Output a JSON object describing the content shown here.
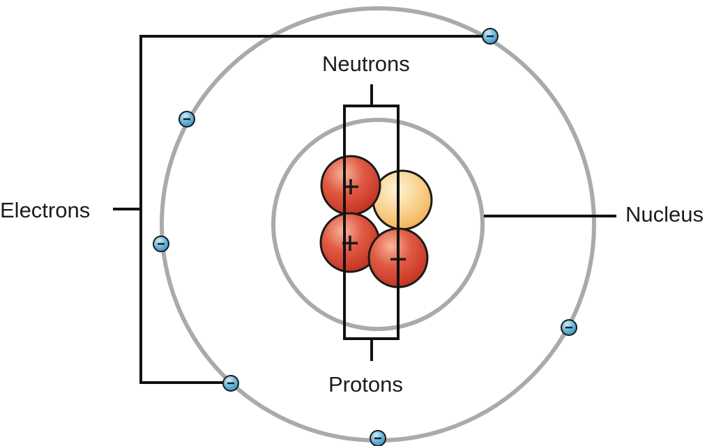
{
  "labels": {
    "electrons": "Electrons",
    "neutrons": "Neutrons",
    "protons": "Protons",
    "nucleus": "Nucleus"
  },
  "particles": {
    "proton_symbol": "+",
    "electron_symbol": "−"
  },
  "colors": {
    "shell": "#a9aaac",
    "leader_line": "#111111",
    "proton_fill": "#d8402f",
    "proton_highlight": "#f7b49a",
    "neutron_fill": "#f7c778",
    "neutron_highlight": "#fff3d6",
    "electron_fill": "#5aaed8",
    "electron_highlight": "#cfeaf7"
  },
  "counts": {
    "protons": 3,
    "neutrons": 1,
    "electrons": 6
  }
}
